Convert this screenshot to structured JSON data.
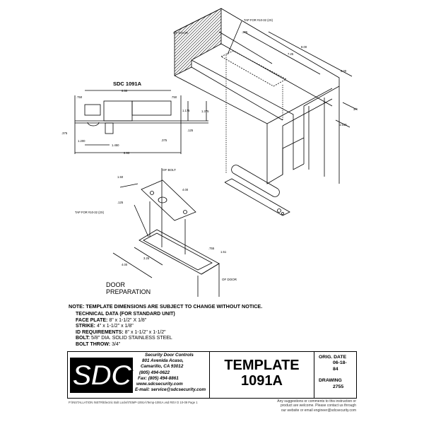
{
  "side_view": {
    "title": "SDC 1091A",
    "dims": {
      "overall_top": "6.50",
      "left_offset": ".750",
      "right_offset": ".750",
      "h1": "1.175",
      "h2": "1.375",
      "plate": ".125",
      "left_small": ".375",
      "d1": "1.200",
      "d2": "1.450",
      "right_small": ".375",
      "overall": "6.93"
    }
  },
  "iso_view": {
    "cl_door": "OF DOOR",
    "tap_label": "TAP FOR #10-32 (2X)",
    "dims": {
      "a": ".375",
      "b": "7.25",
      "c": "8.00",
      "d": "2.00",
      "e": "3/4",
      "f": "1.510"
    }
  },
  "door_prep": {
    "cl_bolt": "OF BOLT",
    "cl_door": "OF DOOR",
    "tap_label": "TAP FOR #10-32 (2X)",
    "dims": {
      "w": "1.50",
      "l": "4.00",
      "t": ".125",
      "p1": "3.25",
      "p2": "4.00",
      "p3": ".755",
      "p4": "1.51"
    },
    "caption_1": "DOOR",
    "caption_2": "PREPARATION"
  },
  "note": "NOTE: TEMPLATE DIMENSIONS ARE SUBJECT TO CHANGE WITHOUT NOTICE.",
  "tech": {
    "heading": "TECHNICAL DATA (FOR STANDARD UNIT)",
    "rows": [
      {
        "k": "FACE PLATE:",
        "v": " 8\" x 1-1/2\" X 1/8\""
      },
      {
        "k": "STRIKE:",
        "v": " 4\" x 1-1/2\" x 1/8\""
      },
      {
        "k": "ID REQUIREMENTS:",
        "v": " 8\" x 1-1/2\" x 1-1/2\""
      },
      {
        "k": "BOLT:",
        "v": " 5/8\" DIA. SOLID STAINLESS STEEL"
      },
      {
        "k": "BOLT THROW:",
        "v": " 3/4\""
      }
    ]
  },
  "title_block": {
    "logo": "SDC",
    "address": [
      "Security Door Controls",
      "801 Avenida Acaso,",
      "Camarillo, CA 93012",
      "(805) 494-0622",
      "Fax: (805) 494-8861",
      "www.sdcsecurity.com",
      "E-mail: service@sdcsecurity.com"
    ],
    "title_1": "TEMPLATE",
    "title_2": "1091A",
    "orig_date_label": "ORIG. DATE",
    "orig_date": "06-18-84",
    "drawing_label": "DRAWING",
    "drawing": "2755"
  },
  "footer": {
    "path": "P:\\INSTALLATION INSTR\\Electric Bolt Locks\\TEMP-1091A\\Temp-1091A.vsd     REV D     10-09     Page 1",
    "contact": [
      "Any suggestions or comments to this instruction or",
      "product are welcome.  Please contact us through",
      "our website or email engineer@sdcsecurity.com"
    ]
  }
}
